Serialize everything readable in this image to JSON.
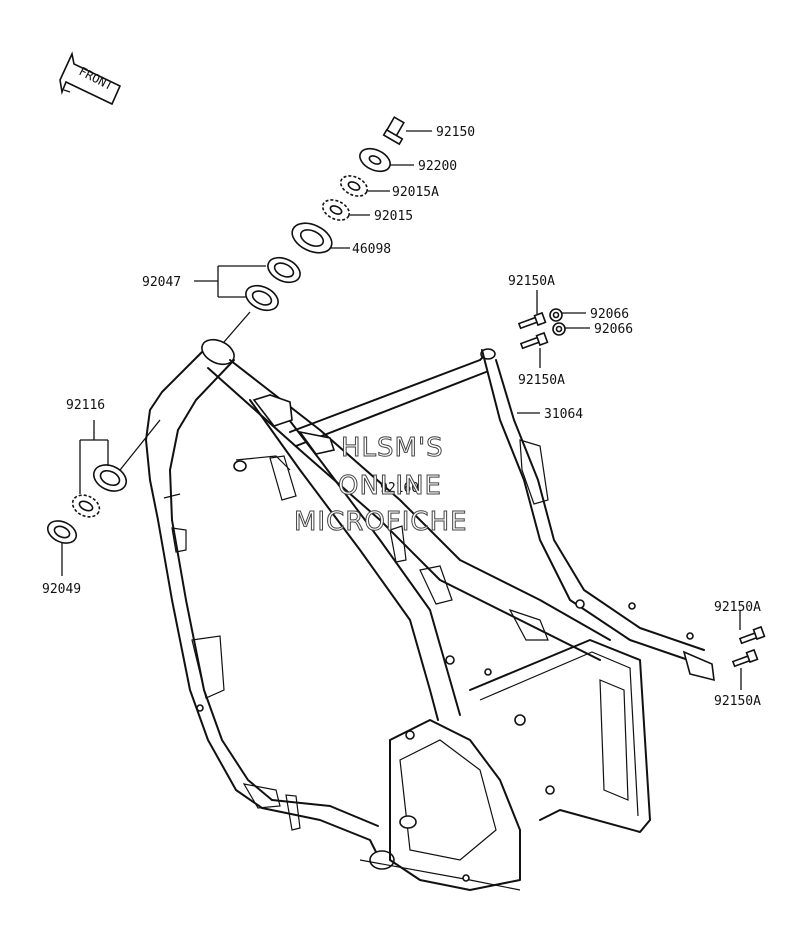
{
  "orientation": {
    "label": "FRONT",
    "icon": "front-arrow-icon"
  },
  "watermark": [
    "HLSM'S",
    "ONLINE",
    "MICROFICHE"
  ],
  "labels": {
    "p92150": "92150",
    "p92200": "92200",
    "p92015A": "92015A",
    "p92015": "92015",
    "p46098": "46098",
    "p92047": "92047",
    "p92150A_top1": "92150A",
    "p92066_1": "92066",
    "p92066_2": "92066",
    "p92150A_top2": "92150A",
    "p31064": "31064",
    "p92116": "92116",
    "p92049": "92049",
    "p92160": "92160",
    "p92150A_right1": "92150A",
    "p92150A_right2": "92150A"
  },
  "colors": {
    "ink": "#111111",
    "background": "#ffffff"
  }
}
